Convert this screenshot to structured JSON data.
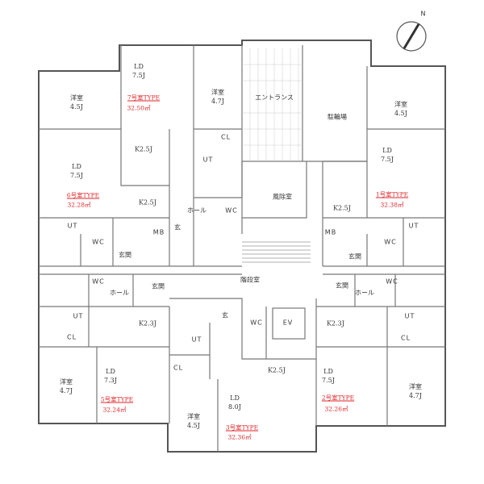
{
  "compass": {
    "north": "N"
  },
  "units": {
    "u7": {
      "type": "7号室TYPE",
      "area": "32.50㎡",
      "ld": "LD",
      "ld_size": "7.5J",
      "yoshitsu": "洋室",
      "yoshitsu_size": "4.7J",
      "k": "K2.5J",
      "cl": "CL",
      "ut": "UT"
    },
    "u6": {
      "type": "6号室TYPE",
      "area": "32.28㎡",
      "ld": "LD",
      "ld_size": "7.5J",
      "yoshitsu": "洋室",
      "yoshitsu_size": "4.5J",
      "k": "K2.5J",
      "ut": "UT",
      "wc": "WC",
      "genkan": "玄関",
      "mb": "MB",
      "gen": "玄",
      "hall": "ホール",
      "wc2": "WC"
    },
    "u1": {
      "type": "1号室TYPE",
      "area": "32.38㎡",
      "ld": "LD",
      "ld_size": "7.5J",
      "yoshitsu": "洋室",
      "yoshitsu_size": "4.5J",
      "k": "K2.5J",
      "mb": "MB",
      "ut": "UT",
      "wc": "WC",
      "genkan": "玄関"
    },
    "u5": {
      "type": "5号室TYPE",
      "area": "32.24㎡",
      "ld": "LD",
      "ld_size": "7.3J",
      "yoshitsu": "洋室",
      "yoshitsu_size": "4.7J",
      "k": "K2.3J",
      "ut": "UT",
      "wc": "WC",
      "hall": "ホール",
      "genkan": "玄関",
      "cl": "CL"
    },
    "u3": {
      "type": "3号室TYPE",
      "area": "32.36㎡",
      "ld": "LD",
      "ld_size": "8.0J",
      "yoshitsu": "洋室",
      "yoshitsu_size": "4.5J",
      "k": "K2.5J",
      "ut": "UT",
      "wc": "WC",
      "gen": "玄",
      "cl": "CL"
    },
    "u2": {
      "type": "2号室TYPE",
      "area": "32.26㎡",
      "ld": "LD",
      "ld_size": "7.5J",
      "yoshitsu": "洋室",
      "yoshitsu_size": "4.7J",
      "k": "K2.3J",
      "ut": "UT",
      "wc": "WC",
      "hall": "ホール",
      "genkan": "玄関",
      "cl": "CL"
    }
  },
  "common": {
    "entrance": "エントランス",
    "bicycle": "駐輪場",
    "windbreak": "風除室",
    "stairs": "階段室",
    "ev": "EV"
  }
}
